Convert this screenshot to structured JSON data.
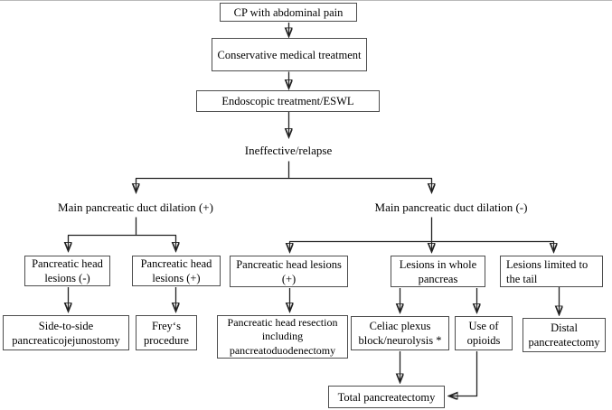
{
  "diagram": {
    "type": "flowchart",
    "topic": "Surgical treatment algorithm for chronic pancreatitis with abdominal pain",
    "colors": {
      "background": "#ffffff",
      "box_border": "#4d4d4d",
      "connector": "#222222",
      "text": "#000000",
      "top_rule": "#b9b9b9"
    },
    "nodes": {
      "cp": {
        "text": "CP with abdominal pain"
      },
      "conservative": {
        "text": "Conservative medical treatment"
      },
      "endoscopic": {
        "text": "Endoscopic treatment/ESWL"
      },
      "ineffective": {
        "text": "Ineffective/relapse"
      },
      "duct_dilation_pos": {
        "text": "Main pancreatic duct dilation (+)"
      },
      "duct_dilation_neg": {
        "text": "Main pancreatic duct dilation (-)"
      },
      "head_lesions_neg": {
        "text": "Pancreatic head lesions (-)"
      },
      "head_lesions_pos": {
        "text": "Pancreatic head lesions (+)"
      },
      "head_lesions_pos_2": {
        "text": "Pancreatic head lesions (+)"
      },
      "lesions_whole_pancreas": {
        "text": "Lesions in whole pancreas"
      },
      "lesions_tail": {
        "text": "Lesions limited to the tail"
      },
      "side_to_side": {
        "text": "Side-to-side pancreaticojejunostomy"
      },
      "freys": {
        "text": "Frey‘s procedure"
      },
      "head_resection": {
        "text": "Pancreatic head resection including pancreatoduodenectomy"
      },
      "celiac_plexus": {
        "text": "Celiac plexus block/neurolysis *"
      },
      "use_of_opioids": {
        "text": "Use of opioids"
      },
      "distal_pancreatectomy": {
        "text": "Distal pancreatectomy"
      },
      "total_pancreatectomy": {
        "text": "Total pancreatectomy"
      }
    },
    "edges": [
      {
        "from": "cp",
        "to": "conservative"
      },
      {
        "from": "conservative",
        "to": "endoscopic"
      },
      {
        "from": "endoscopic",
        "to": "ineffective"
      },
      {
        "from": "ineffective",
        "to": "duct_dilation_pos"
      },
      {
        "from": "ineffective",
        "to": "duct_dilation_neg"
      },
      {
        "from": "duct_dilation_pos",
        "to": "head_lesions_neg"
      },
      {
        "from": "duct_dilation_pos",
        "to": "head_lesions_pos"
      },
      {
        "from": "duct_dilation_neg",
        "to": "head_lesions_pos_2"
      },
      {
        "from": "duct_dilation_neg",
        "to": "lesions_whole_pancreas"
      },
      {
        "from": "duct_dilation_neg",
        "to": "lesions_tail"
      },
      {
        "from": "head_lesions_neg",
        "to": "side_to_side"
      },
      {
        "from": "head_lesions_pos",
        "to": "freys"
      },
      {
        "from": "head_lesions_pos_2",
        "to": "head_resection"
      },
      {
        "from": "lesions_whole_pancreas",
        "to": "celiac_plexus"
      },
      {
        "from": "lesions_whole_pancreas",
        "to": "use_of_opioids"
      },
      {
        "from": "lesions_tail",
        "to": "distal_pancreatectomy"
      },
      {
        "from": "celiac_plexus",
        "to": "total_pancreatectomy"
      },
      {
        "from": "use_of_opioids",
        "to": "total_pancreatectomy"
      }
    ]
  }
}
